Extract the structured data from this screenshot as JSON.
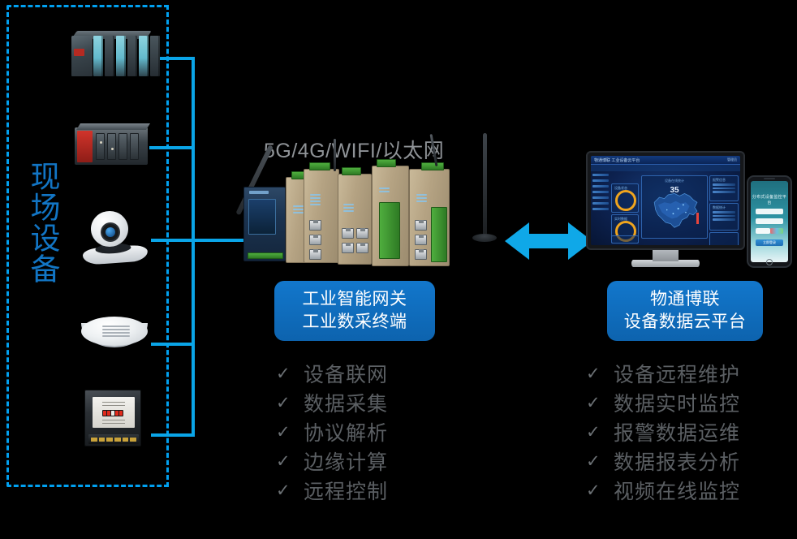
{
  "diagram": {
    "field_zone": {
      "label": "现场设备",
      "label_color": "#1275c4",
      "devices": [
        {
          "name": "plc-rack",
          "label": "PLC控制器"
        },
        {
          "name": "plc-controller",
          "label": "PLC控制柜"
        },
        {
          "name": "ip-camera",
          "label": "网络摄像机"
        },
        {
          "name": "smoke-detector",
          "label": "烟感探测器"
        },
        {
          "name": "electric-meter",
          "label": "电表"
        }
      ]
    },
    "network": {
      "label": "5G/4G/WIFI/以太网",
      "color": "#8f9397"
    },
    "gateway": {
      "caption_line1": "工业智能网关",
      "caption_line2": "工业数采终端",
      "box_color": "#1277cc",
      "features": [
        "设备联网",
        "数据采集",
        "协议解析",
        "边缘计算",
        "远程控制"
      ]
    },
    "link_arrow": {
      "name": "bidirectional-arrow",
      "color": "#0fa8e8"
    },
    "cloud": {
      "caption_line1": "物通博联",
      "caption_line2": "设备数据云平台",
      "box_color": "#1277cc",
      "features": [
        "设备远程维护",
        "数据实时监控",
        "报警数据运维",
        "数据报表分析",
        "视频在线监控"
      ],
      "dashboard": {
        "title": "物通博联 工业设备云平台",
        "user": "管理员",
        "center_caption": "设备在线统计",
        "center_value": "35",
        "menu": [
          "首页",
          "设备管理",
          "数据监控",
          "报警中心",
          "报表统计",
          "视频监控",
          "系统设置"
        ],
        "panels": [
          {
            "caption": "设备状态"
          },
          {
            "caption": "实时数据"
          },
          {
            "caption": "报警信息"
          },
          {
            "caption": "数据统计"
          }
        ]
      },
      "phone": {
        "title": "分布式设备监控平台",
        "login_button": "立即登录",
        "fields": [
          "account-field",
          "password-field",
          "captcha-field"
        ]
      }
    },
    "check_glyph": "✓",
    "wire_color": "#0aa5e8"
  }
}
